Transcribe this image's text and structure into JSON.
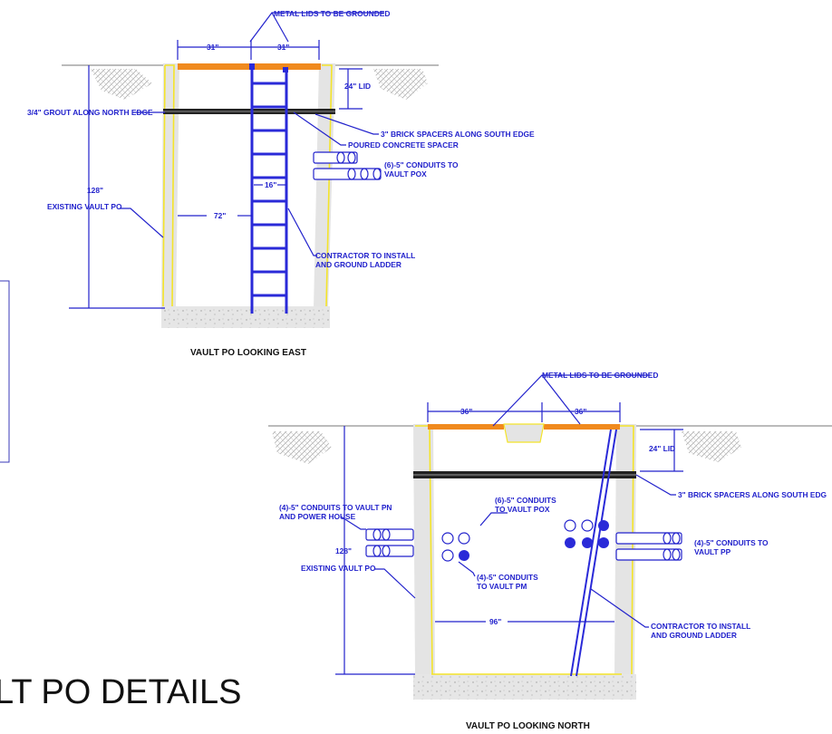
{
  "title": "LT PO DETAILS",
  "east_view": {
    "caption": "VAULT PO LOOKING EAST",
    "lids_note": "METAL LIDS TO BE GROUNDED",
    "lid_left_dim": "31\"",
    "lid_right_dim": "31\"",
    "lid_height_dim": "24\" LID",
    "grout_note": "3/4\" GROUT ALONG NORTH EDGE",
    "brick_note": "3\" BRICK SPACERS ALONG SOUTH EDGE",
    "spacer_note": "POURED CONCRETE SPACER",
    "conduits_note_1": "(6)-5\" CONDUITS TO",
    "conduits_note_2": "VAULT POX",
    "height_dim": "128\"",
    "existing_note": "EXISTING VAULT PO",
    "width_dim": "72\"",
    "ladder_dim": "16\"",
    "ladder_note_1": "CONTRACTOR TO INSTALL",
    "ladder_note_2": "AND GROUND LADDER"
  },
  "north_view": {
    "caption": "VAULT PO LOOKING NORTH",
    "lids_note": "METAL LIDS TO BE GROUNDED",
    "lid_left_dim": "36\"",
    "lid_right_dim": "36\"",
    "lid_height_dim": "24\" LID",
    "brick_note": "3\" BRICK SPACERS ALONG SOUTH EDG",
    "pn_note_1": "(4)-5\" CONDUITS TO VAULT PN",
    "pn_note_2": "AND POWER HOUSE",
    "pox_note_1": "(6)-5\" CONDUITS",
    "pox_note_2": "TO VAULT POX",
    "pp_note_1": "(4)-5\" CONDUITS TO",
    "pp_note_2": "VAULT PP",
    "height_dim": "128\"",
    "existing_note": "EXISTING VAULT PO",
    "pm_note_1": "(4)-5\" CONDUITS",
    "pm_note_2": "TO VAULT PM",
    "width_dim": "96\"",
    "ladder_note_1": "CONTRACTOR TO INSTALL",
    "ladder_note_2": "AND GROUND LADDER"
  },
  "colors": {
    "annotation": "#2222cc",
    "lid": "#f08a1e",
    "grout_edge": "#f4e42a",
    "concrete": "#e4e4e4"
  }
}
